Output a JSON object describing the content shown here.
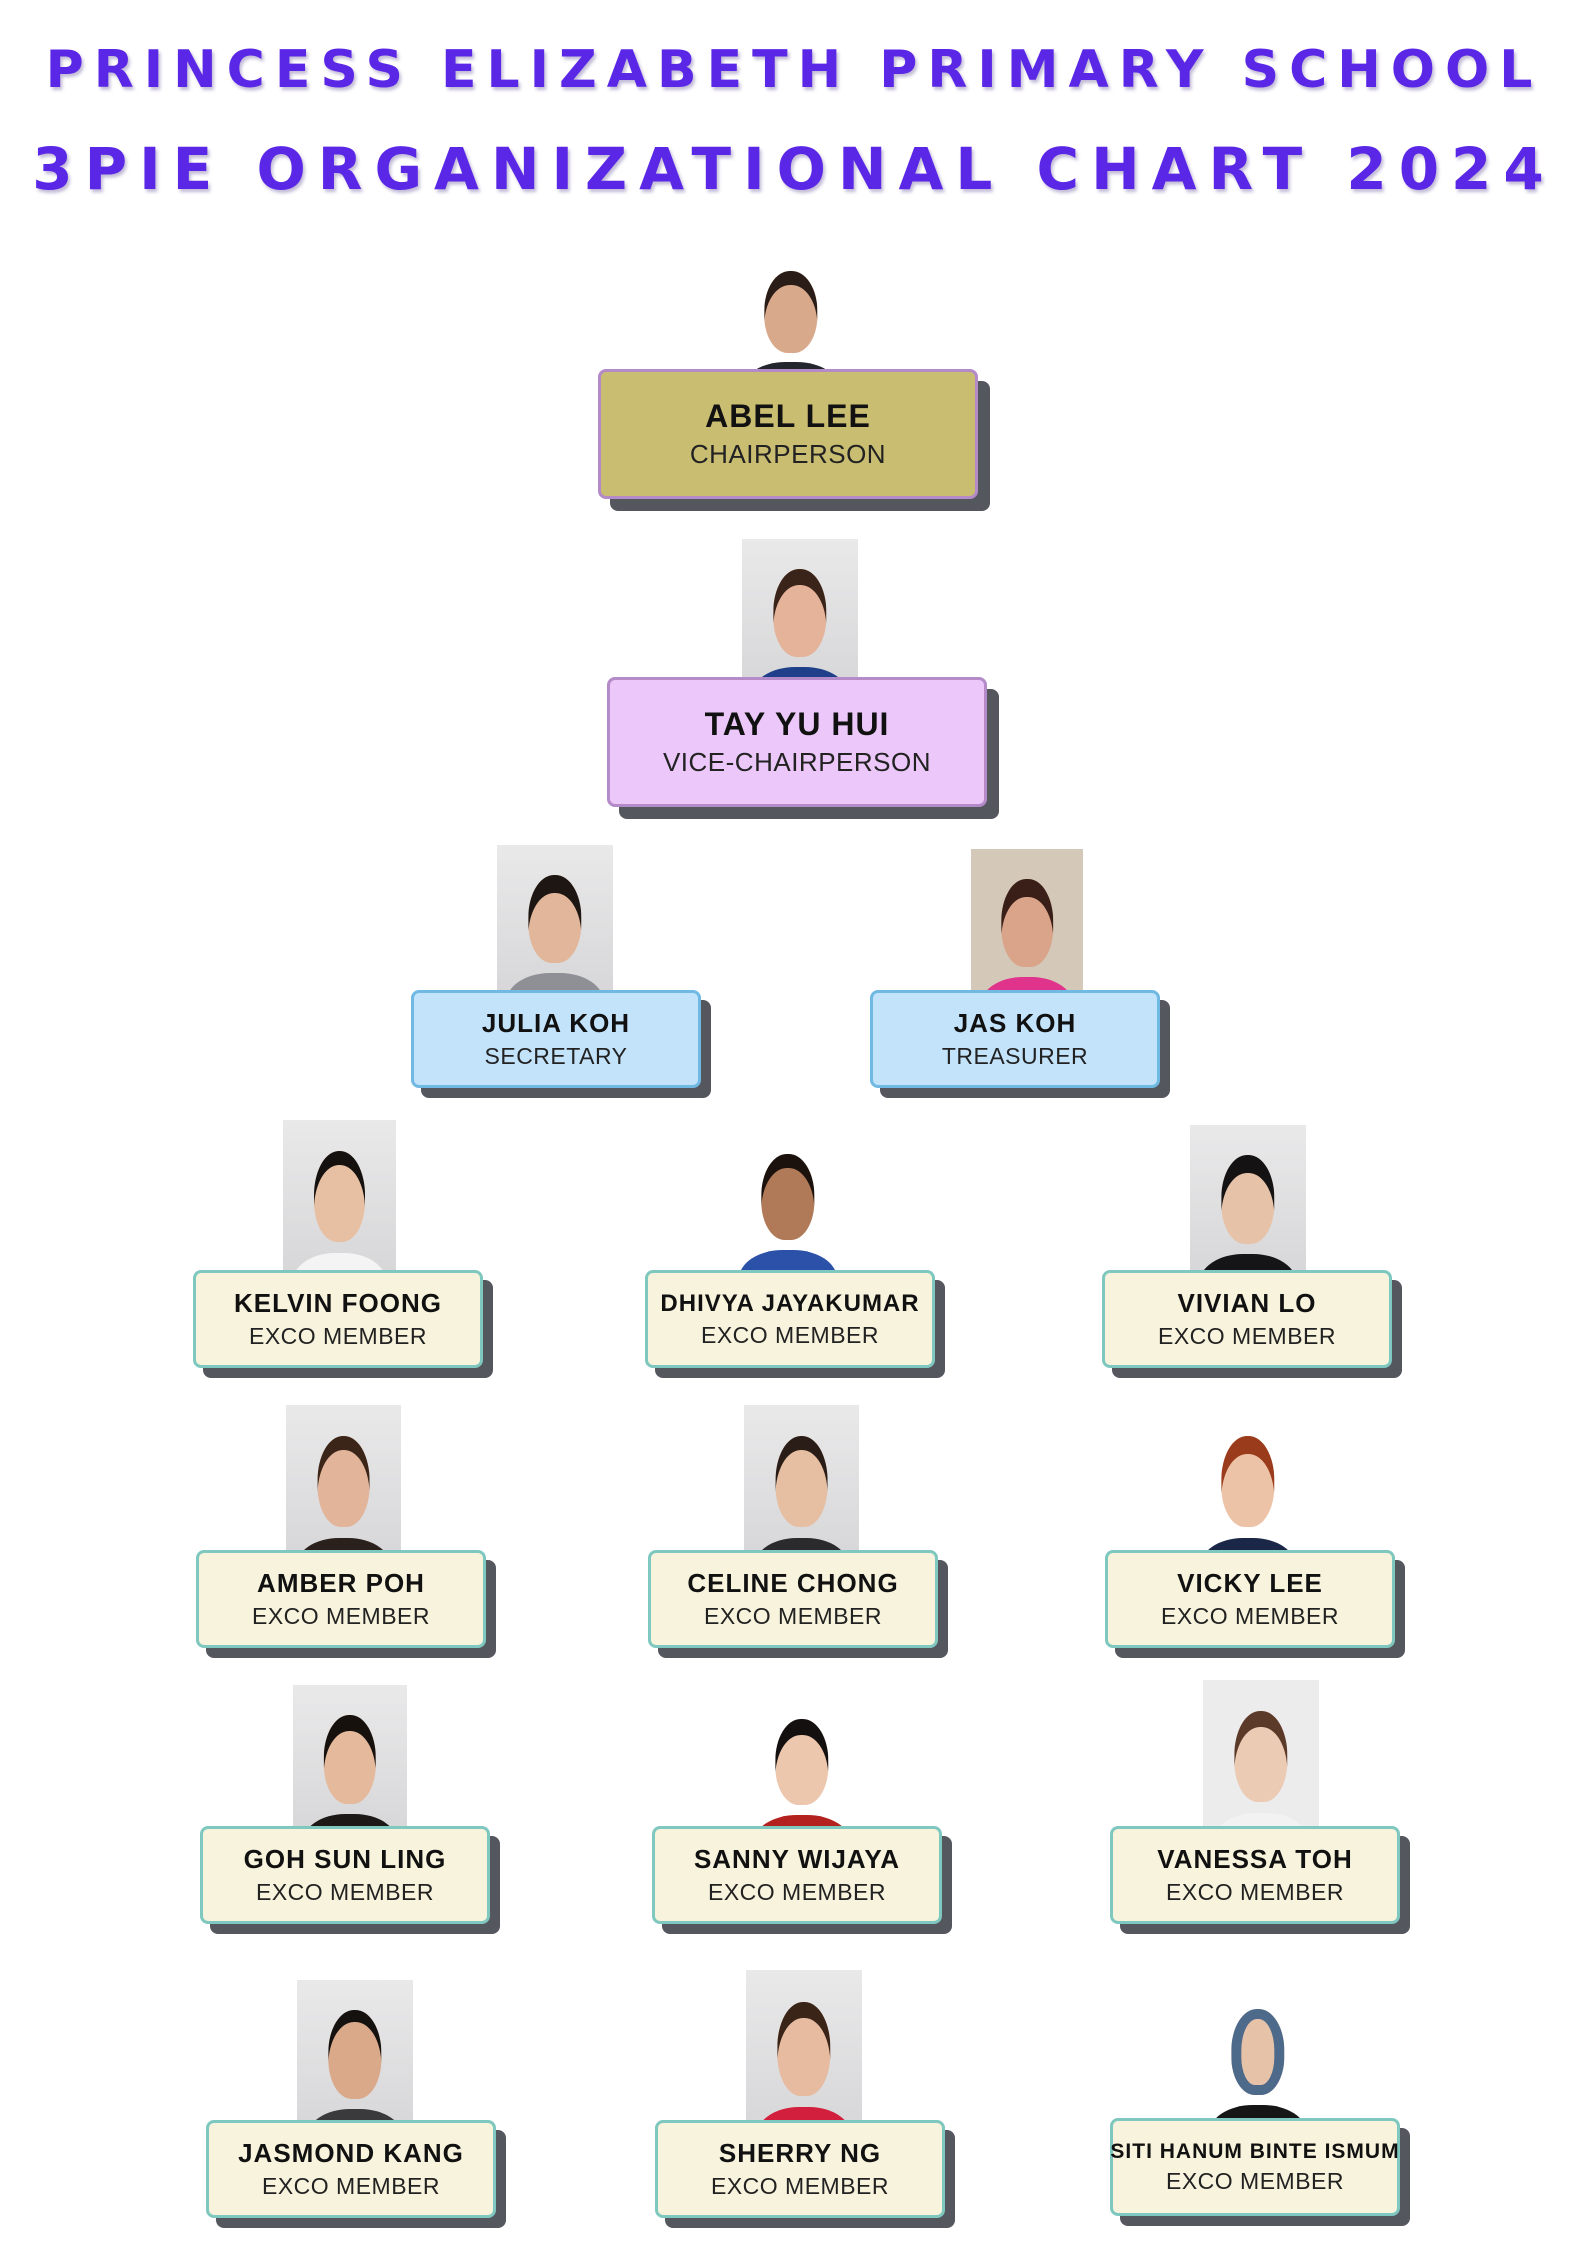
{
  "header": {
    "title_line1": "PRINCESS ELIZABETH PRIMARY SCHOOL",
    "title_line2": "3PIE ORGANIZATIONAL CHART 2024"
  },
  "colors": {
    "title": "#5b27e6",
    "chair_card": "#c9bd72",
    "vice_card": "#ecc7f9",
    "officer_card": "#c3e3fb",
    "member_card": "#f8f3dc",
    "card_shadow": "#55575f"
  },
  "members": {
    "abel": {
      "name": "ABEL LEE",
      "role": "CHAIRPERSON"
    },
    "tay": {
      "name": "TAY YU HUI",
      "role": "VICE-CHAIRPERSON"
    },
    "julia": {
      "name": "JULIA KOH",
      "role": "SECRETARY"
    },
    "jas": {
      "name": "JAS KOH",
      "role": "TREASURER"
    },
    "kelvin": {
      "name": "KELVIN FOONG",
      "role": "EXCO MEMBER"
    },
    "dhivya": {
      "name": "DHIVYA JAYAKUMAR",
      "role": "EXCO MEMBER"
    },
    "vivian": {
      "name": "VIVIAN LO",
      "role": "EXCO MEMBER"
    },
    "amber": {
      "name": "AMBER POH",
      "role": "EXCO MEMBER"
    },
    "celine": {
      "name": "CELINE CHONG",
      "role": "EXCO MEMBER"
    },
    "vicky": {
      "name": "VICKY LEE",
      "role": "EXCO MEMBER"
    },
    "goh": {
      "name": "GOH SUN LING",
      "role": "EXCO MEMBER"
    },
    "sanny": {
      "name": "SANNY WIJAYA",
      "role": "EXCO MEMBER"
    },
    "vanessa": {
      "name": "VANESSA TOH",
      "role": "EXCO MEMBER"
    },
    "jasmond": {
      "name": "JASMOND KANG",
      "role": "EXCO MEMBER"
    },
    "sherry": {
      "name": "SHERRY NG",
      "role": "EXCO MEMBER"
    },
    "siti": {
      "name": "SITI HANUM BINTE ISMUM",
      "role": "EXCO MEMBER"
    }
  }
}
